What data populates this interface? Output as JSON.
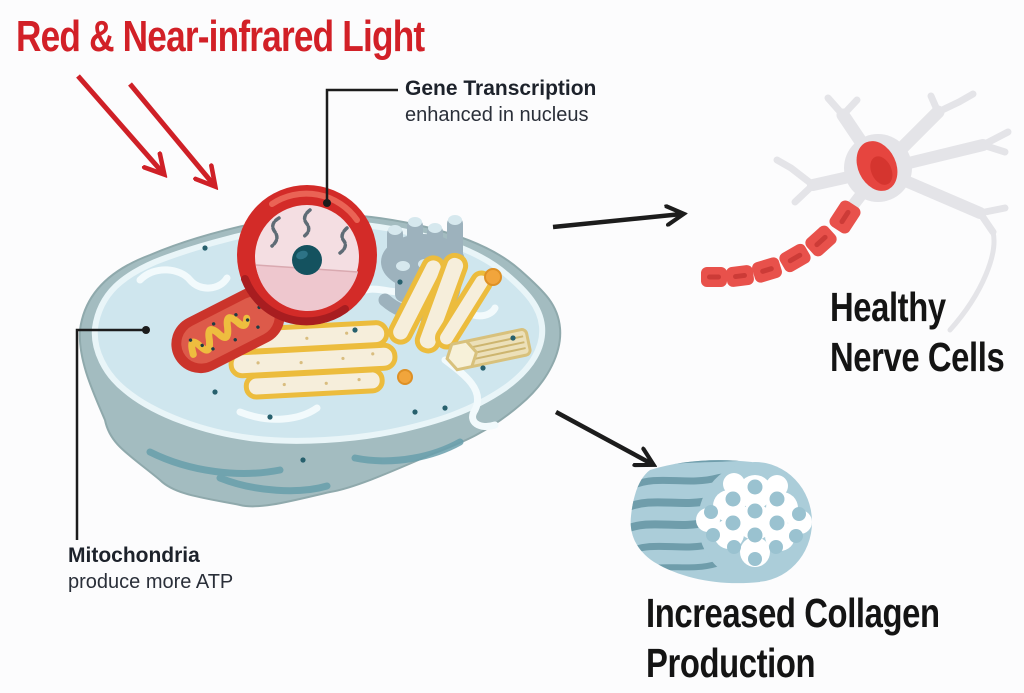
{
  "title": {
    "text": "Red & Near-infrared Light"
  },
  "callouts": {
    "gene": {
      "heading": "Gene Transcription",
      "sub": "enhanced in nucleus"
    },
    "mitochondria": {
      "heading": "Mitochondria",
      "sub": "produce more ATP"
    }
  },
  "outcomes": {
    "nerve": {
      "line1": "Healthy",
      "line2": "Nerve Cells"
    },
    "collagen": {
      "line1": "Increased Collagen",
      "line2": "Production"
    }
  },
  "illustrations": [
    "cell-cross-section",
    "nucleus",
    "mitochondria-organelle",
    "endoplasmic-reticulum",
    "golgi-apparatus",
    "centriole",
    "nerve-cell",
    "collagen-fiber-bundle"
  ],
  "colors": {
    "accent_red": "#d22027",
    "arrow_black": "#1c1c1c",
    "cell_membrane": "#9fbcc0",
    "cytoplasm": "#cfe6ee",
    "nucleus_red": "#d32b28",
    "nucleus_face_pink": "#f4dee2",
    "nucleolus_teal": "#14525f",
    "organelle_yellow": "#ecbc3d",
    "organelle_cream": "#f6eedb",
    "organelle_gray": "#9db2bd",
    "nerve_gray": "#e4e4e8",
    "myelin_red": "#e8514b",
    "collagen_blue": "#abcdd9",
    "collagen_stripe": "#6f9dab"
  }
}
